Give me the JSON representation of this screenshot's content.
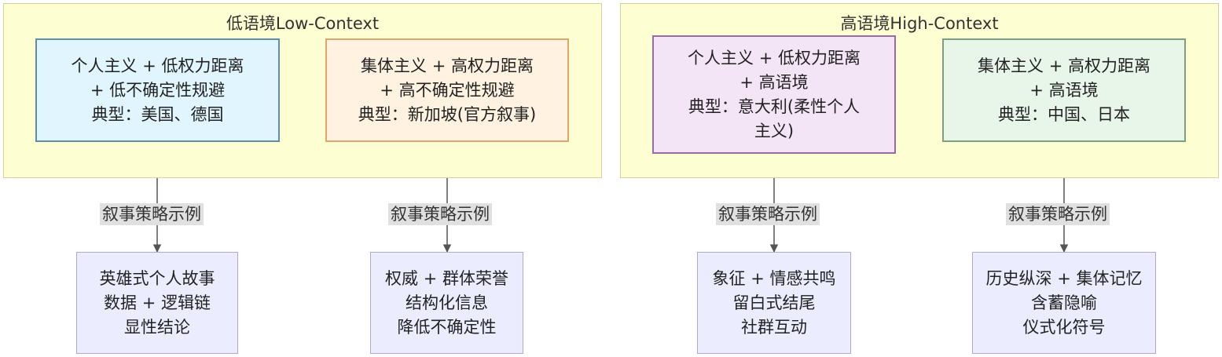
{
  "clusters": {
    "low": {
      "title": "低语境Low-Context"
    },
    "high": {
      "title": "高语境High-Context"
    }
  },
  "nodes": {
    "low_a": [
      "个人主义 + 低权力距离",
      "+ 低不确定性规避",
      "典型：美国、德国"
    ],
    "low_b": [
      "集体主义 + 高权力距离",
      "+ 高不确定性规避",
      "典型：新加坡(官方叙事)"
    ],
    "high_a": [
      "个人主义 + 低权力距离",
      "+ 高语境",
      "典型：意大利(柔性个人",
      "主义)"
    ],
    "high_b": [
      "集体主义 + 高权力距离",
      "+ 高语境",
      "典型：中国、日本"
    ],
    "out_low_a": [
      "英雄式个人故事",
      "数据 + 逻辑链",
      "显性结论"
    ],
    "out_low_b": [
      "权威 + 群体荣誉",
      "结构化信息",
      "降低不确定性"
    ],
    "out_high_a": [
      "象征 + 情感共鸣",
      "留白式结尾",
      "社群互动"
    ],
    "out_high_b": [
      "历史纵深 + 集体记忆",
      "含蓄隐喻",
      "仪式化符号"
    ]
  },
  "edges": {
    "e1": "叙事策略示例",
    "e2": "叙事策略示例",
    "e3": "叙事策略示例",
    "e4": "叙事策略示例"
  },
  "colors": {
    "cluster_fill": "#fefed3",
    "edge_line": "#555555",
    "edge_label_bg": "#e0e0e0"
  }
}
